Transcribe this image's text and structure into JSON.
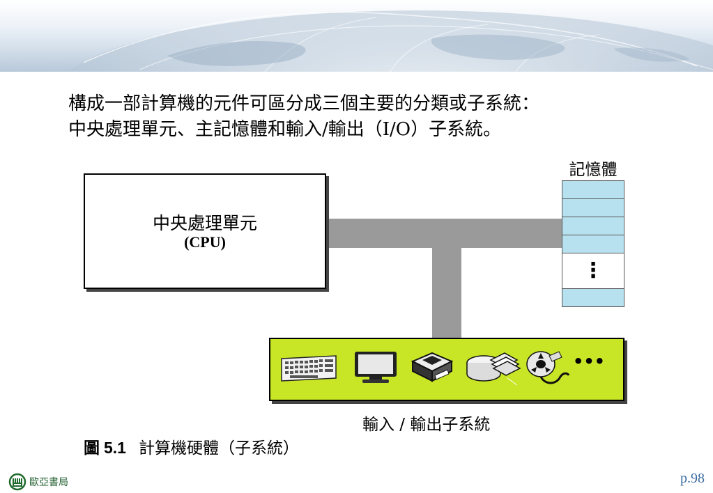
{
  "intro": {
    "line1": "構成一部計算機的元件可區分成三個主要的分類或子系統：",
    "line2": "中央處理單元、主記憶體和輸入/輸出（I/O）子系統。"
  },
  "diagram": {
    "cpu_label": "中央處理單元",
    "cpu_sub": "(CPU)",
    "memory_title": "記憶體",
    "memory_dots": "⋮",
    "io_label": "輸入 / 輸出子系統",
    "io_ellipsis": "•••",
    "colors": {
      "bus": "#9a9a9a",
      "memory_cell": "#b7e1ee",
      "io_background": "#c8e626"
    },
    "icons": [
      "keyboard-icon",
      "monitor-icon",
      "printer-icon",
      "disk-drive-icon",
      "cd-drive-icon",
      "tape-reel-icon"
    ]
  },
  "caption": {
    "prefix": "圖",
    "number": "5.1",
    "text": "計算機硬體（子系統）"
  },
  "footer": {
    "publisher": "歐亞書局",
    "page": "p.98"
  }
}
